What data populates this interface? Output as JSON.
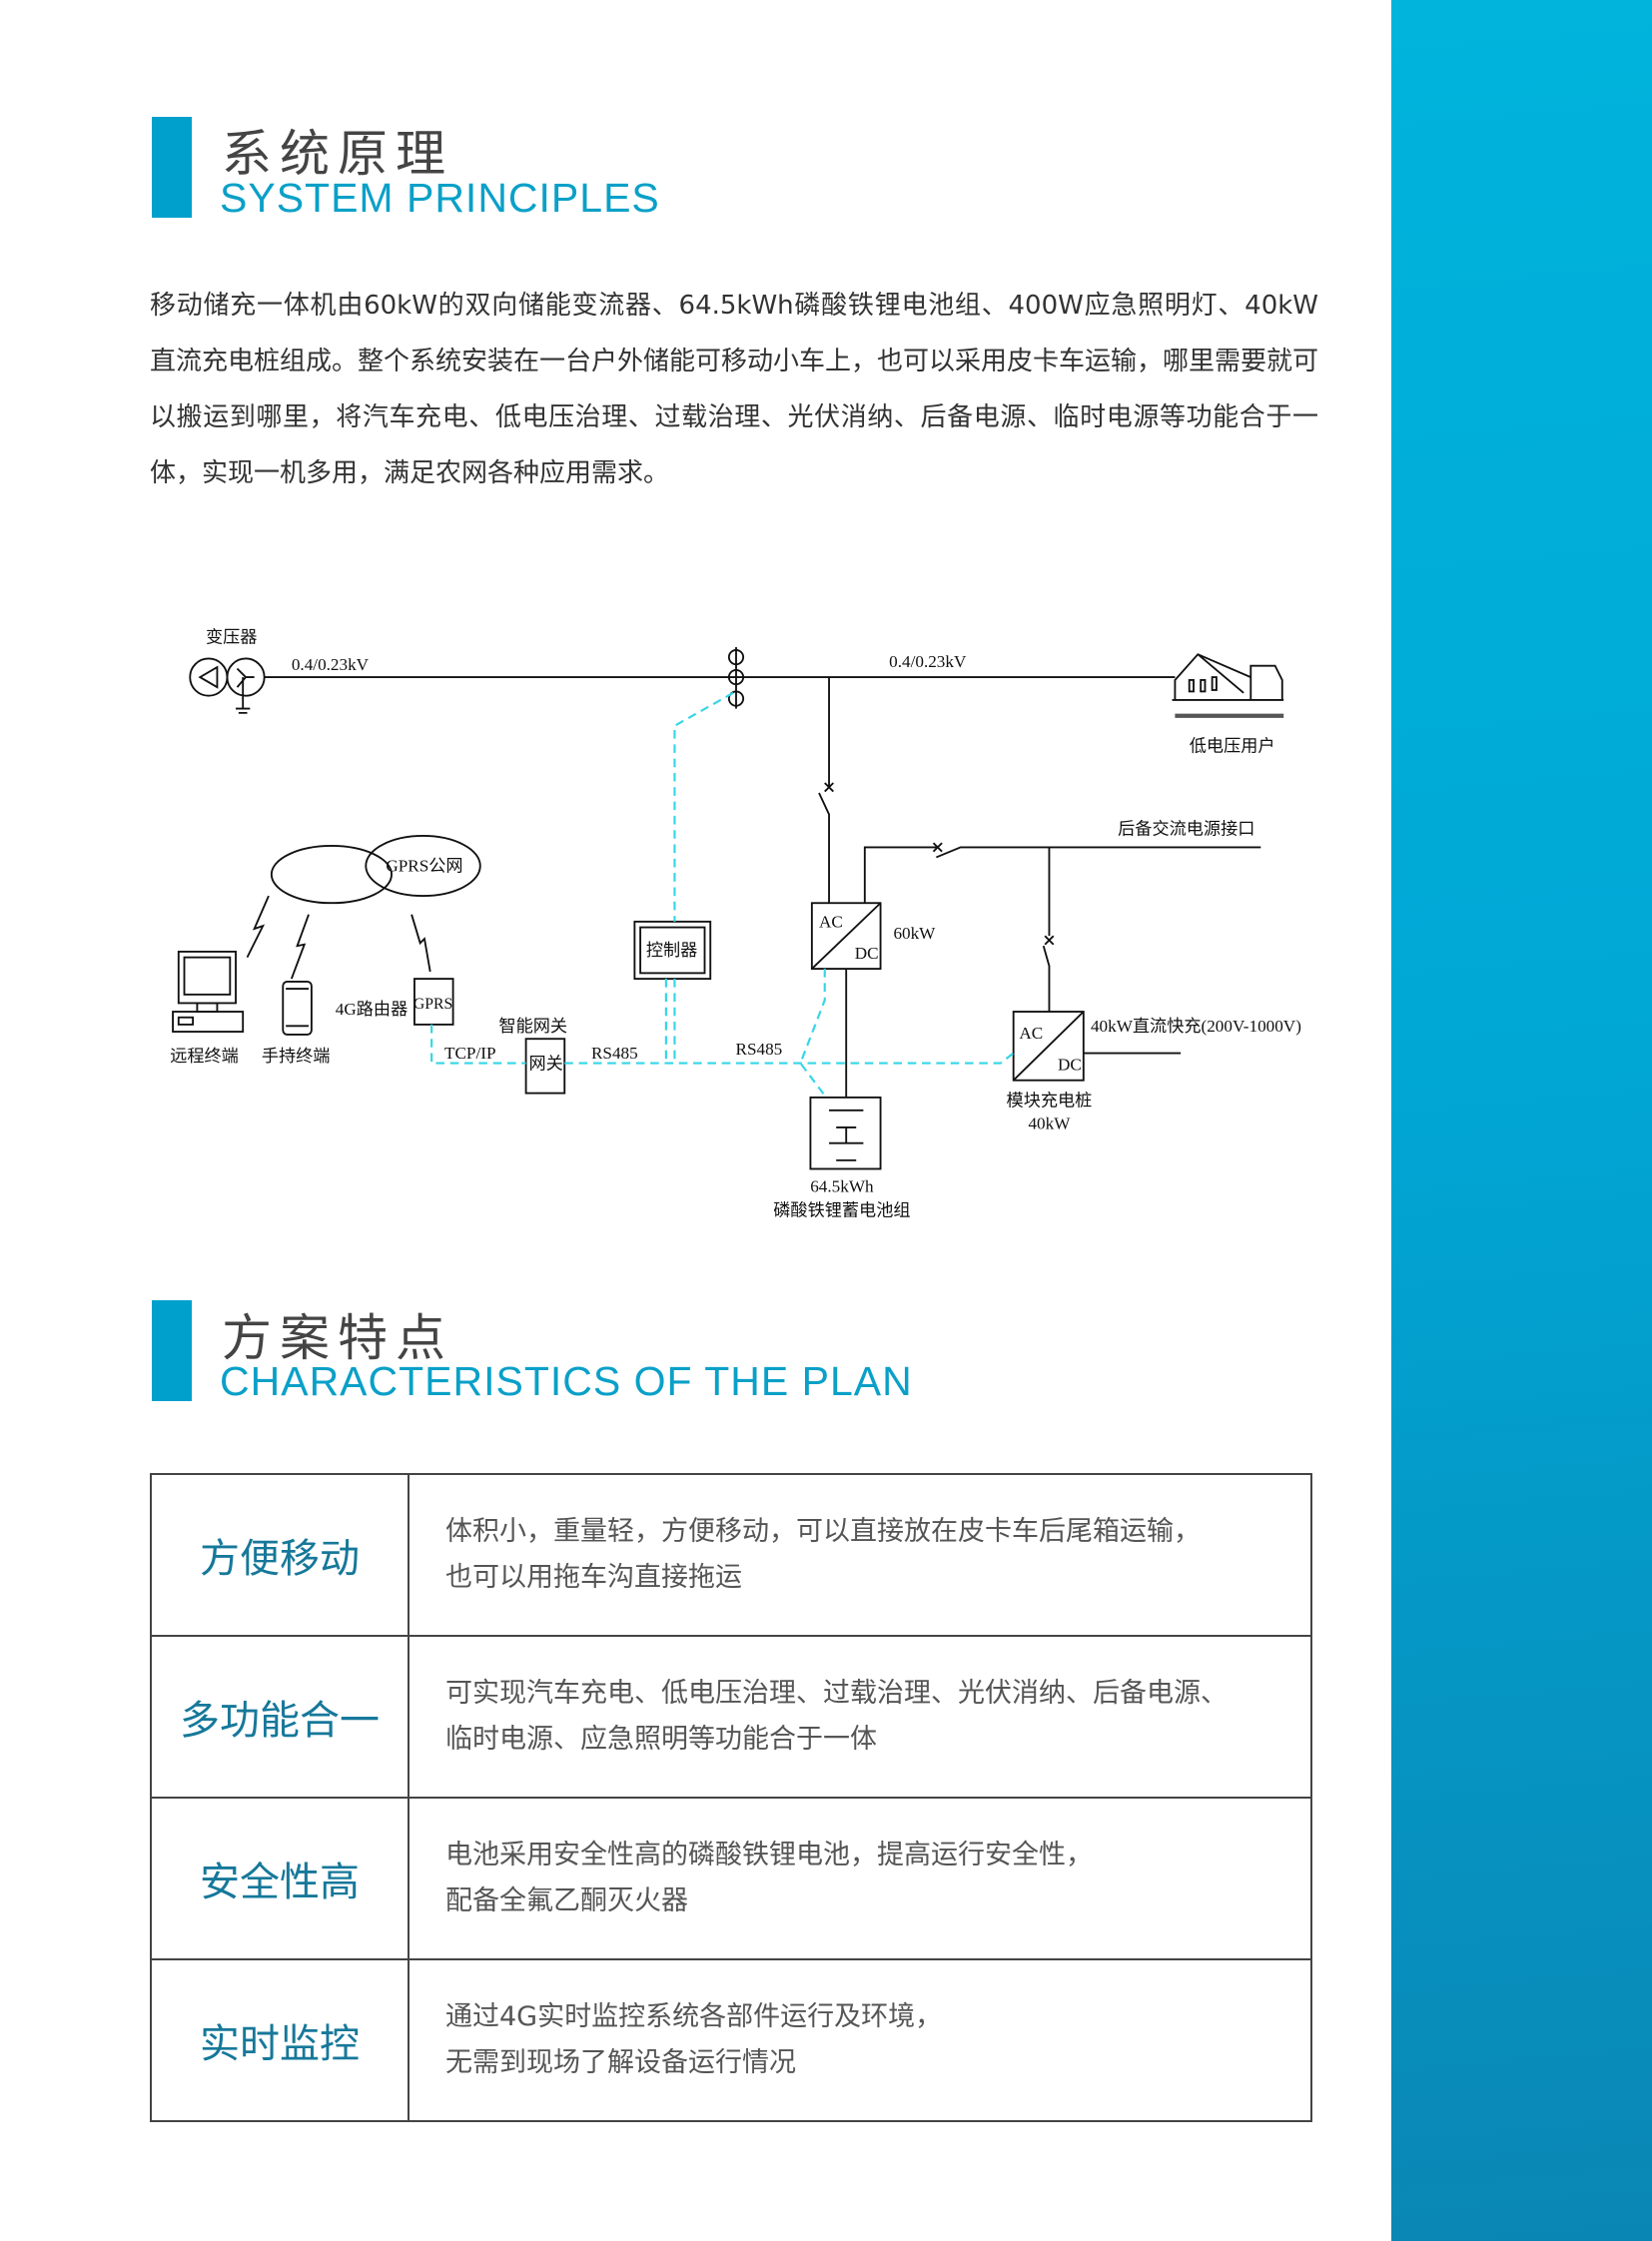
{
  "section1": {
    "title_cn": "系统原理",
    "title_en": "SYSTEM PRINCIPLES",
    "paragraph": "移动储充一体机由60kW的双向储能变流器、64.5kWh磷酸铁锂电池组、400W应急照明灯、40kW直流充电桩组成。整个系统安装在一台户外储能可移动小车上，也可以采用皮卡车运输，哪里需要就可以搬运到哪里，将汽车充电、低电压治理、过载治理、光伏消纳、后备电源、临时电源等功能合于一体，实现一机多用，满足农网各种应用需求。"
  },
  "diagram": {
    "transformer": "变压器",
    "voltage_left": "0.4/0.23kV",
    "voltage_right": "0.4/0.23kV",
    "low_voltage_user": "低电压用户",
    "backup_ac": "后备交流电源接口",
    "pcs_ac": "AC",
    "pcs_dc": "DC",
    "pcs_power": "60kW",
    "charger_ac": "AC",
    "charger_dc": "DC",
    "charger_output": "40kW直流快充(200V-1000V)",
    "charger_name": "模块充电桩",
    "charger_power": "40kW",
    "battery_capacity": "64.5kWh",
    "battery_name": "磷酸铁锂蓄电池组",
    "controller": "控制器",
    "gprs_net": "GPRS公网",
    "router_label": "4G路由器",
    "router_box": "GPRS",
    "gateway_label": "智能网关",
    "gateway_box": "网关",
    "tcpip": "TCP/IP",
    "rs485_a": "RS485",
    "rs485_b": "RS485",
    "remote_terminal": "远程终端",
    "handheld_terminal": "手持终端",
    "comm_color": "#33d6e6"
  },
  "section2": {
    "title_cn": "方案特点",
    "title_en": "CHARACTERISTICS OF THE PLAN",
    "rows": [
      {
        "label": "方便移动",
        "line1": "体积小，重量轻，方便移动，可以直接放在皮卡车后尾箱运输，",
        "line2": "也可以用拖车沟直接拖运"
      },
      {
        "label": "多功能合一",
        "line1": "可实现汽车充电、低电压治理、过载治理、光伏消纳、后备电源、",
        "line2": "临时电源、应急照明等功能合于一体"
      },
      {
        "label": "安全性高",
        "line1": "电池采用安全性高的磷酸铁锂电池，提高运行安全性，",
        "line2": "配备全氟乙酮灭火器"
      },
      {
        "label": "实时监控",
        "line1": "通过4G实时监控系统各部件运行及环境，",
        "line2": "无需到现场了解设备运行情况"
      }
    ]
  }
}
